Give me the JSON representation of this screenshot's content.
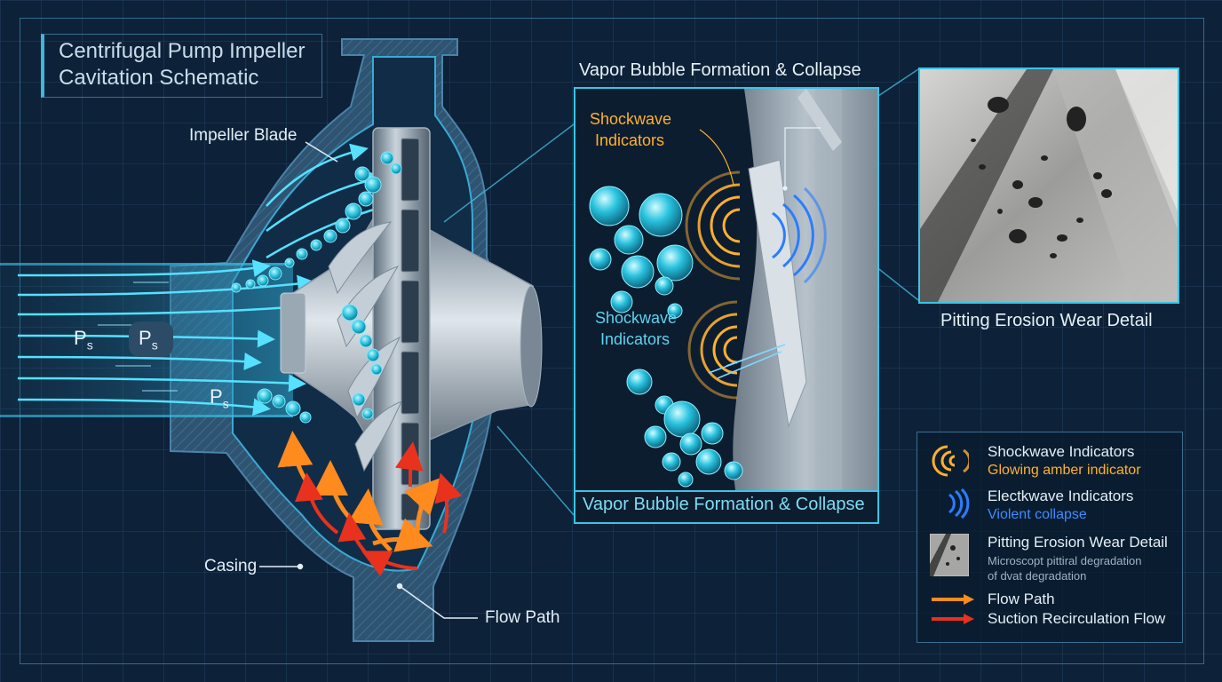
{
  "title": {
    "line1": "Centrifugal Pump Impeller",
    "line2": "Cavitation Schematic"
  },
  "labels": {
    "impeller_blade": "Impeller Blade",
    "casing": "Casing",
    "flow_path": "Flow Path",
    "ps_1": "P",
    "ps_1_sub": "s",
    "ps_2": "P",
    "ps_2_sub": "s",
    "ps_3": "P",
    "ps_3_sub": "s"
  },
  "inset": {
    "top_title": "Vapor Bubble Formation & Collapse",
    "bottom_title": "Vapor Bubble Formation & Collapse",
    "shockwave_label_upper_line1": "Shockwave",
    "shockwave_label_upper_line2": "Indicators",
    "shockwave_label_lower_line1": "Shockwave",
    "shockwave_label_lower_line2": "Indicators"
  },
  "micrograph": {
    "caption": "Pitting Erosion Wear Detail"
  },
  "legend": {
    "items": [
      {
        "title": "Shockwave Indicators",
        "subtitle": "Glowing amber indicator",
        "icon": "amber-arcs-icon"
      },
      {
        "title": "Electkwave Indicators",
        "subtitle": "Violent collapse",
        "icon": "blue-arcs-icon"
      },
      {
        "title": "Pitting Erosion Wear Detail",
        "subtitle_line1": "Microscopt pittiral degradation",
        "subtitle_line2": "of dvat degradation",
        "icon": "micrograph-thumb-icon"
      },
      {
        "title": "Flow Path",
        "icon": "orange-arrow-icon"
      },
      {
        "title": "Suction Recirculation Flow",
        "icon": "red-arrow-icon"
      }
    ]
  },
  "colors": {
    "background": "#0d2138",
    "accent_cyan": "#37c6e6",
    "amber": "#ffb02e",
    "blue_wave": "#2a7dff",
    "flow_orange": "#ff8a1e",
    "flow_red": "#e8321e"
  }
}
